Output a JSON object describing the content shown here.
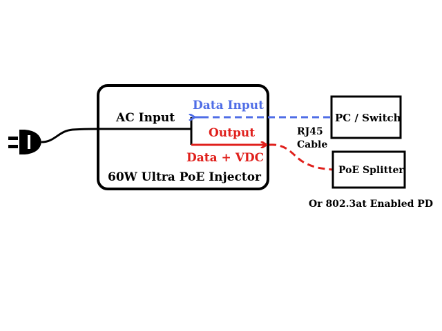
{
  "injector": {
    "title": "60W Ultra PoE Injector",
    "ac_input_label": "AC Input",
    "data_input_label": "Data Input",
    "output_label": "Output",
    "output_sub_label": "Data + VDC"
  },
  "pc_switch": {
    "label": "PC / Switch"
  },
  "cable": {
    "label_line1": "RJ45",
    "label_line2": "Cable"
  },
  "poe_splitter": {
    "label": "PoE Splitter",
    "alt_label": "Or 802.3at Enabled PD"
  },
  "colors": {
    "data_line": "#4f6de6",
    "power_line": "#e0201c",
    "outline": "#000000"
  },
  "icons": {
    "plug": "ac-power-plug-icon"
  }
}
